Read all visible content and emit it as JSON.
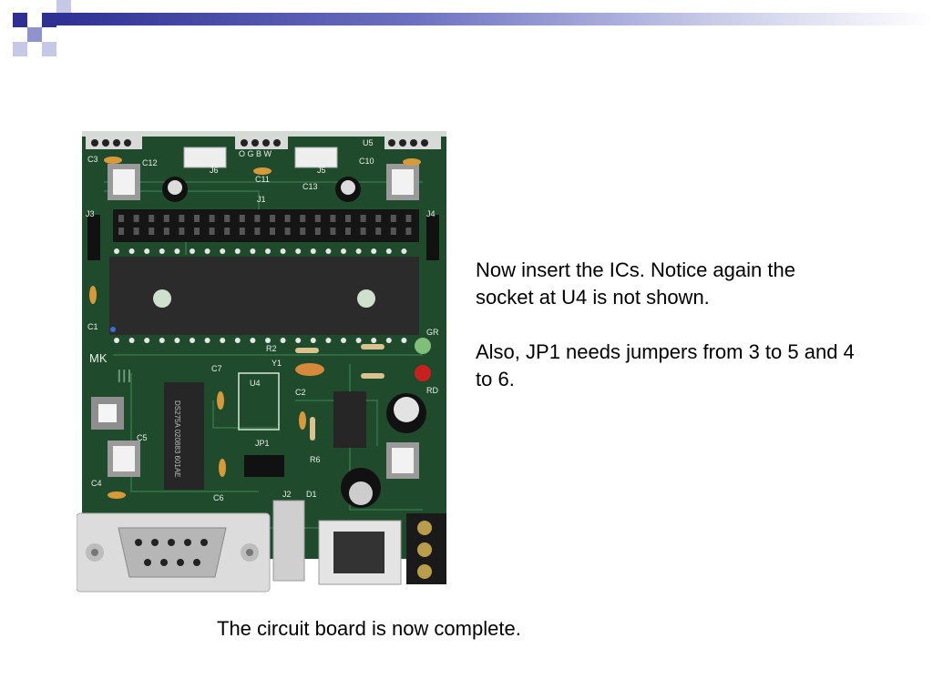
{
  "slide": {
    "paragraphs": [
      "Now insert the ICs. Notice again the socket at U4 is not shown.",
      "Also, JP1 needs jumpers from 3 to 5 and 4 to 6."
    ],
    "caption": "The circuit board is now complete."
  },
  "board": {
    "silkscreen": {
      "c3": "C3",
      "c12": "C12",
      "c10": "C10",
      "u5": "U5",
      "j6": "J6",
      "j5": "J5",
      "c11": "C11",
      "c13": "C13",
      "j1": "J1",
      "j3": "J3",
      "j4": "J4",
      "c1": "C1",
      "mk": "MK",
      "iii": "III",
      "r2": "R2",
      "y1": "Y1",
      "c7": "C7",
      "u4": "U4",
      "c2": "C2",
      "gr": "GR",
      "rd": "RD",
      "c5": "C5",
      "jp1": "JP1",
      "r6": "R6",
      "c4": "C4",
      "c6": "C6",
      "j2": "J2",
      "d1": "D1",
      "ogbw": "O G B W",
      "chip": "DS275A 020883 601AE"
    },
    "colors": {
      "pcb": "#1f4a2c",
      "pcb_dark": "#153a22",
      "chip": "#2b2b2b",
      "header_pin": "#111111",
      "cap_yellow": "#d79a3a",
      "led_red": "#c8201e",
      "led_green": "#7fbf7a",
      "metal": "#cfcfcf"
    }
  },
  "theme": {
    "accent_dark": "#2e3192",
    "accent_light": "#c6c8e6"
  }
}
